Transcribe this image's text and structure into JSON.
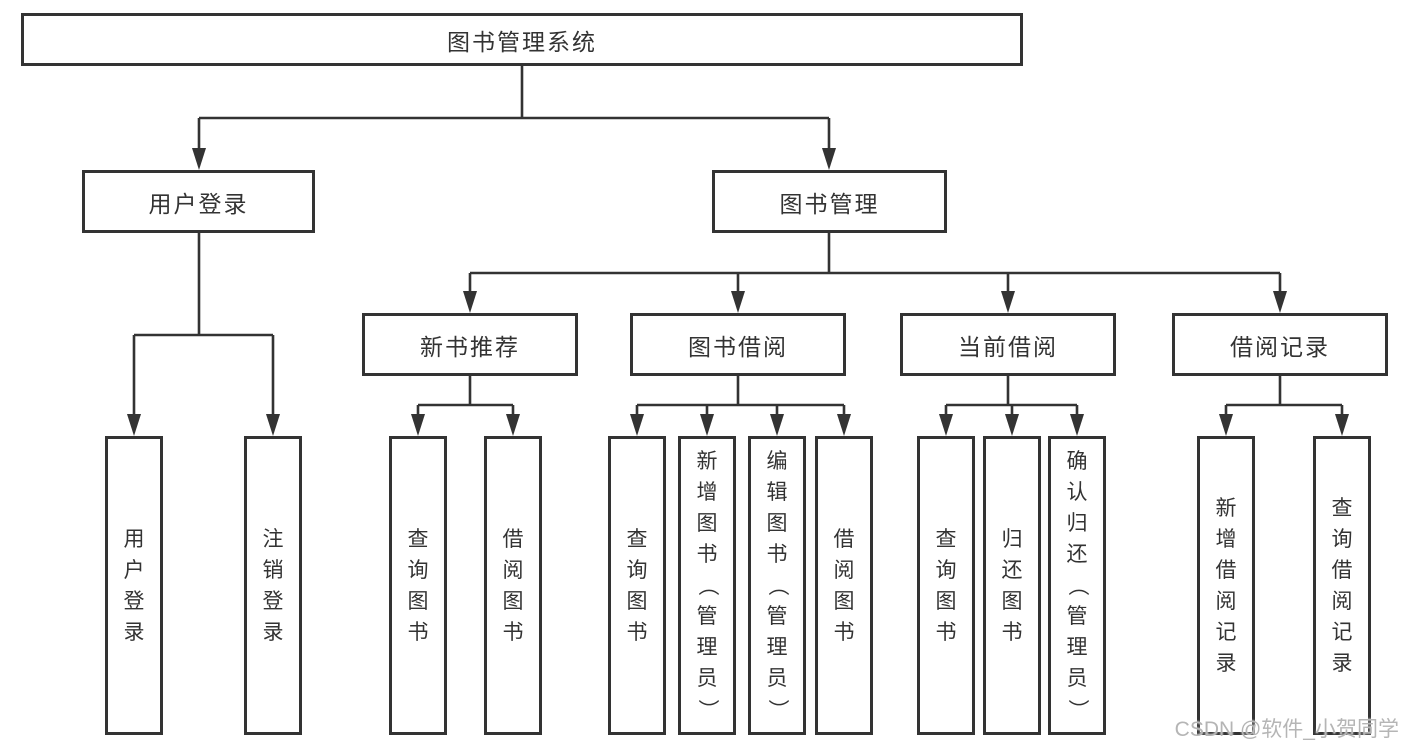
{
  "diagram_title": "图书管理系统",
  "tree": {
    "label": "图书管理系统",
    "children": [
      {
        "label": "用户登录",
        "children": [
          {
            "label": "用户登录"
          },
          {
            "label": "注销登录"
          }
        ]
      },
      {
        "label": "图书管理",
        "children": [
          {
            "label": "新书推荐",
            "children": [
              {
                "label": "查询图书"
              },
              {
                "label": "借阅图书"
              }
            ]
          },
          {
            "label": "图书借阅",
            "children": [
              {
                "label": "查询图书"
              },
              {
                "label": "新增图书（管理员）"
              },
              {
                "label": "编辑图书（管理员）"
              },
              {
                "label": "借阅图书"
              }
            ]
          },
          {
            "label": "当前借阅",
            "children": [
              {
                "label": "查询图书"
              },
              {
                "label": "归还图书"
              },
              {
                "label": "确认归还（管理员）"
              }
            ]
          },
          {
            "label": "借阅记录",
            "children": [
              {
                "label": "新增借阅记录"
              },
              {
                "label": "查询借阅记录"
              }
            ]
          }
        ]
      }
    ]
  },
  "watermark": {
    "text": "CSDN @软件_小贺同学"
  },
  "colors": {
    "line": "#333333",
    "box_fill": "#ffffff",
    "text": "#333333",
    "watermark": "#b5b5b5",
    "background": "#ffffff"
  }
}
